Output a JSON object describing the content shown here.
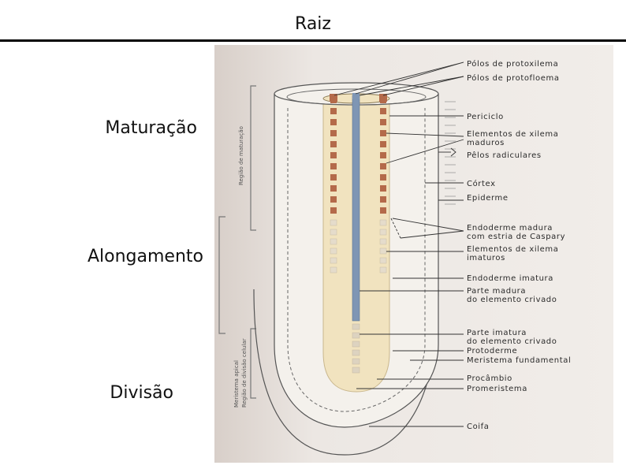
{
  "slide": {
    "title": "Raiz",
    "zones": {
      "maturacao": "Maturação",
      "alongamento": "Alongamento",
      "divisao": "Divisão"
    }
  },
  "diagram": {
    "side_labels": {
      "regiao_maturacao": "Região de maturação",
      "meristema_apical": "Meristema apical",
      "regiao_divisao": "Região de divisão celular"
    },
    "labels": [
      "Pólos de protoxilema",
      "Pólos de protofloema",
      "Periciclo",
      "Elementos de xilema",
      "maduros",
      "Pêlos radiculares",
      "Córtex",
      "Epiderme",
      "Endoderme madura",
      "com estria de Caspary",
      "Elementos de xilema",
      "imaturos",
      "Endoderme imatura",
      "Parte madura",
      "do elemento crivado",
      "Parte imatura",
      "do elemento crivado",
      "Protoderme",
      "Meristema fundamental",
      "Procâmbio",
      "Promeristema",
      "Coifa"
    ]
  }
}
